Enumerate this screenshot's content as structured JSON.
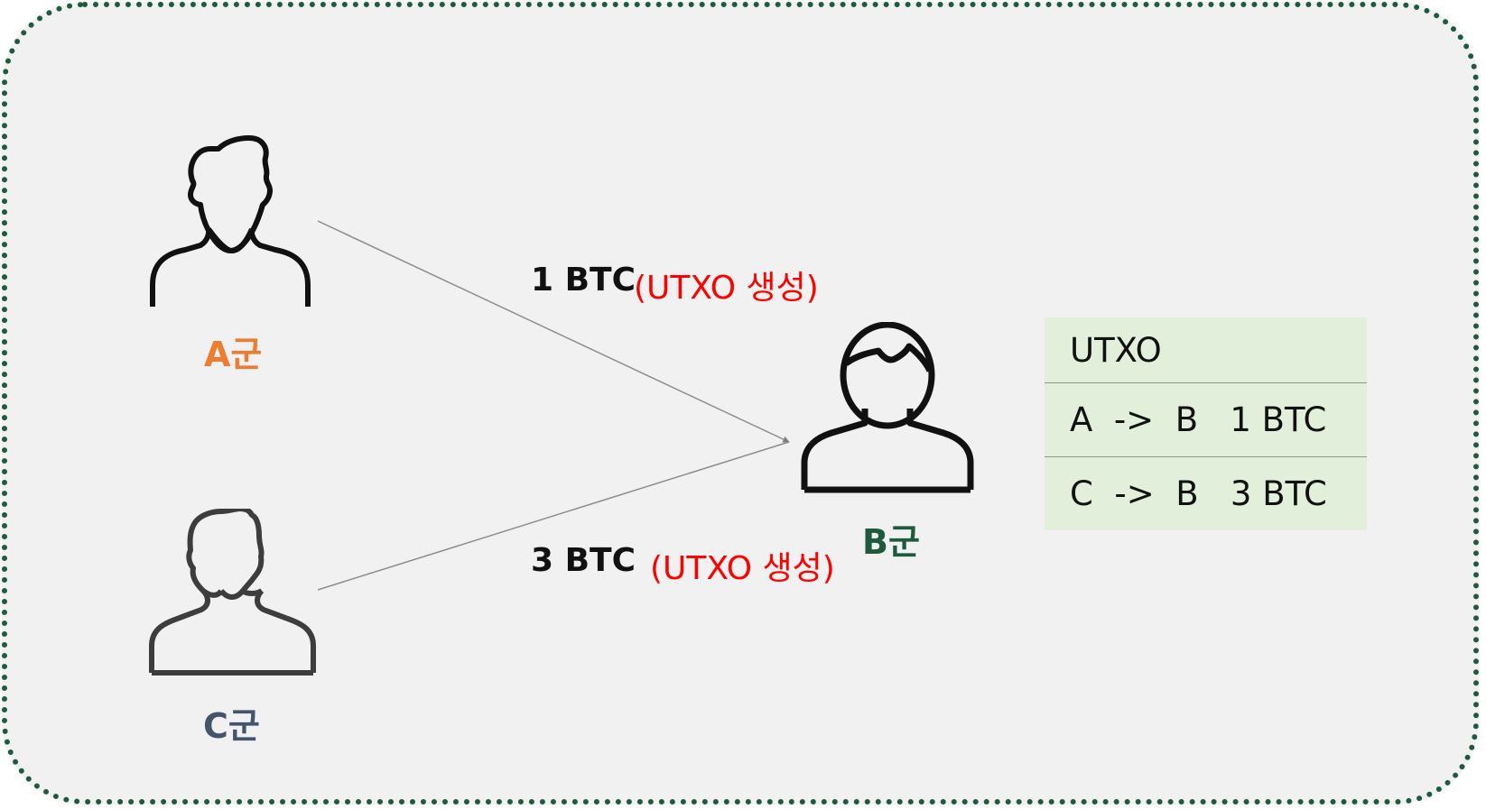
{
  "colors": {
    "frame_border": "#1e5b3e",
    "background": "#f1f1f1",
    "label_a": "#ed7d31",
    "label_b": "#1e5b3e",
    "label_c": "#44546a",
    "note": "#ff0000",
    "table_bg": "#e2efda"
  },
  "nodes": {
    "a": {
      "label": "A군",
      "icon": "person-icon"
    },
    "b": {
      "label": "B군",
      "icon": "person-icon"
    },
    "c": {
      "label": "C군",
      "icon": "person-icon"
    }
  },
  "edges": [
    {
      "from": "A군",
      "to": "B군",
      "amount": "1 BTC",
      "note": "(UTXO 생성)"
    },
    {
      "from": "C군",
      "to": "B군",
      "amount": "3 BTC",
      "note": "(UTXO 생성)"
    }
  ],
  "utxo_table": {
    "header": "UTXO",
    "rows": [
      "A  ->  B   1 BTC",
      "C  ->  B   3 BTC"
    ]
  }
}
